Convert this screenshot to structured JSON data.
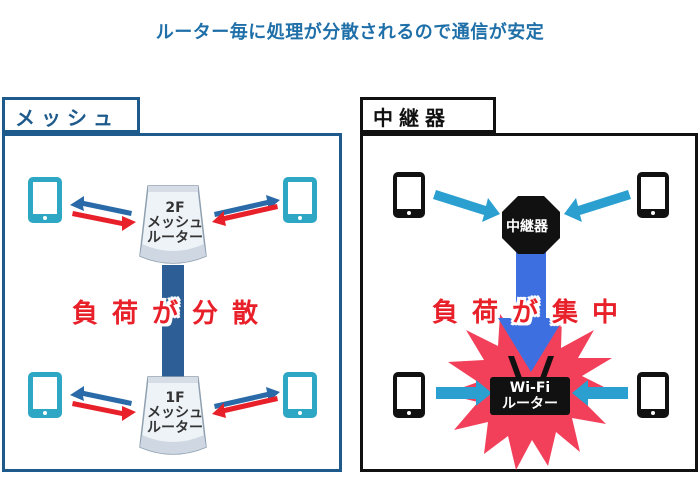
{
  "title": "ルーター毎に処理が分散されるので通信が安定",
  "mesh": {
    "tab_label": "メッシュ",
    "router_2f": {
      "line1": "2F",
      "line2": "メッシュ",
      "line3": "ルーター"
    },
    "router_1f": {
      "line1": "1F",
      "line2": "メッシュ",
      "line3": "ルーター"
    },
    "load_label": "負荷が分散"
  },
  "repeater": {
    "tab_label": "中継器",
    "repeater_label": "中継器",
    "wifi_line1": "Wi-Fi",
    "wifi_line2": "ルーター",
    "load_label": "負荷が集中"
  },
  "colors": {
    "mesh_blue": "#1e5b8c",
    "tablet_teal": "#2ea7c4",
    "arrow_red": "#e8202a",
    "arrow_blue": "#2a6aa8",
    "flow_blue": "#3d6fe0",
    "arrow_cyan": "#2a9fd0",
    "burst_red": "#f2405a"
  }
}
